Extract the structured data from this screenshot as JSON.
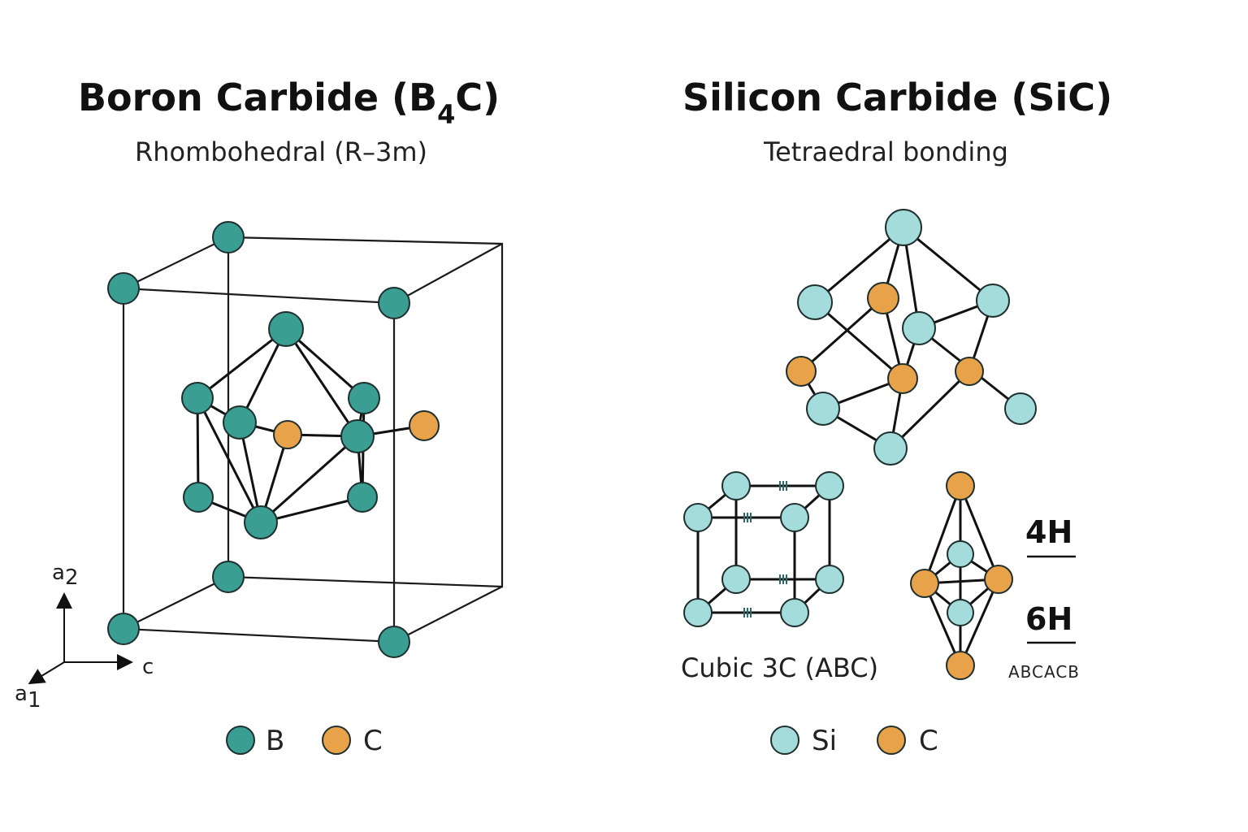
{
  "colors": {
    "boron": "#3a9e93",
    "carbon": "#e8a24a",
    "silicon": "#a3dcda"
  },
  "left_panel": {
    "title_main": "Boron Carbide (B",
    "title_sub": "4",
    "title_end": "C)",
    "subtitle": "Rhombohedral (R–3m)",
    "axes": {
      "a2": "a",
      "a2_sub": "2",
      "a1": "a",
      "a1_sub": "1",
      "c": "c"
    },
    "legend": [
      {
        "label": "B",
        "color": "#3a9e93"
      },
      {
        "label": "C",
        "color": "#e8a24a"
      }
    ]
  },
  "right_panel": {
    "title": "Silicon Carbide (SiC)",
    "subtitle": "Tetraedral bonding",
    "cubic_caption": "Cubic 3C (ABC)",
    "polytype_4h": "4H",
    "polytype_6h": "6H",
    "sequence_6h": "ABCACB",
    "legend": [
      {
        "label": "Si",
        "color": "#a3dcda"
      },
      {
        "label": "C",
        "color": "#e8a24a"
      }
    ]
  }
}
